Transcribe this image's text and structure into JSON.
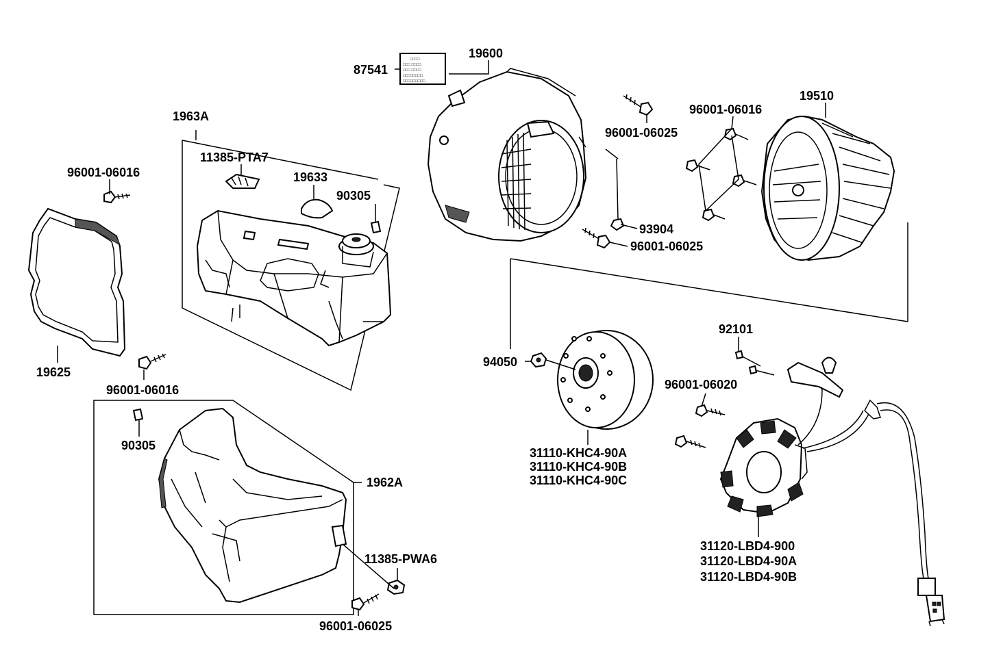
{
  "labels": {
    "p19600": "19600",
    "p87541": "87541",
    "p19510": "19510",
    "p1963A": "1963A",
    "p11385_PTA7": "11385-PTA7",
    "p19633": "19633",
    "p90305_top": "90305",
    "p96001_06016_left": "96001-06016",
    "p19625": "19625",
    "p96001_06016_mid": "96001-06016",
    "p96001_06025_top": "96001-06025",
    "p96001_06016_right": "96001-06016",
    "p93904": "93904",
    "p96001_06025_mid": "96001-06025",
    "p90305_bottom": "90305",
    "p1962A": "1962A",
    "p11385_PWA6": "11385-PWA6",
    "p96001_06025_bottom": "96001-06025",
    "p94050": "94050",
    "p92101": "92101",
    "p96001_06020": "96001-06020",
    "p31110_a": "31110-KHC4-90A",
    "p31110_b": "31110-KHC4-90B",
    "p31110_c": "31110-KHC4-90C",
    "p31120_1": "31120-LBD4-900",
    "p31120_2": "31120-LBD4-90A",
    "p31120_3": "31120-LBD4-90B"
  }
}
